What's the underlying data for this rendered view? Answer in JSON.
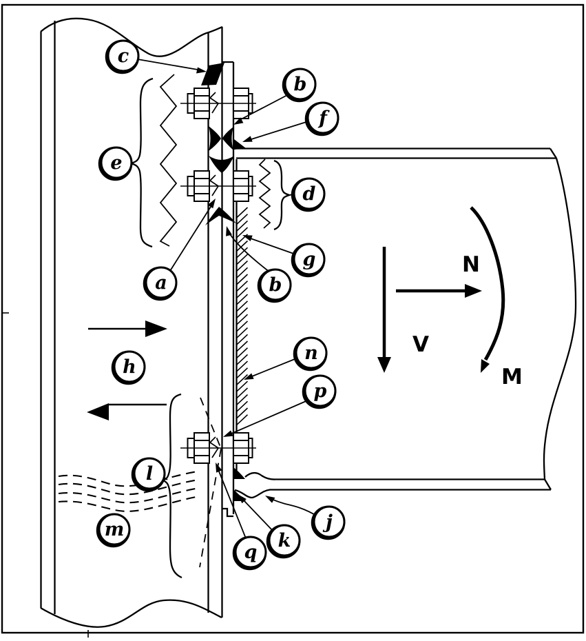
{
  "diagram": {
    "description": "Bolted extended end-plate beam-to-column steel connection detail",
    "callouts": {
      "c": "c",
      "b_top": "b",
      "f": "f",
      "e": "e",
      "d": "d",
      "a": "a",
      "g": "g",
      "b_web": "b",
      "h": "h",
      "n": "n",
      "p": "p",
      "l": "l",
      "m": "m",
      "q": "q",
      "k": "k",
      "j": "j"
    },
    "forces": {
      "axial": "N",
      "shear": "V",
      "moment": "M"
    },
    "colors": {
      "ink": "#000000",
      "paper": "#ffffff"
    }
  }
}
